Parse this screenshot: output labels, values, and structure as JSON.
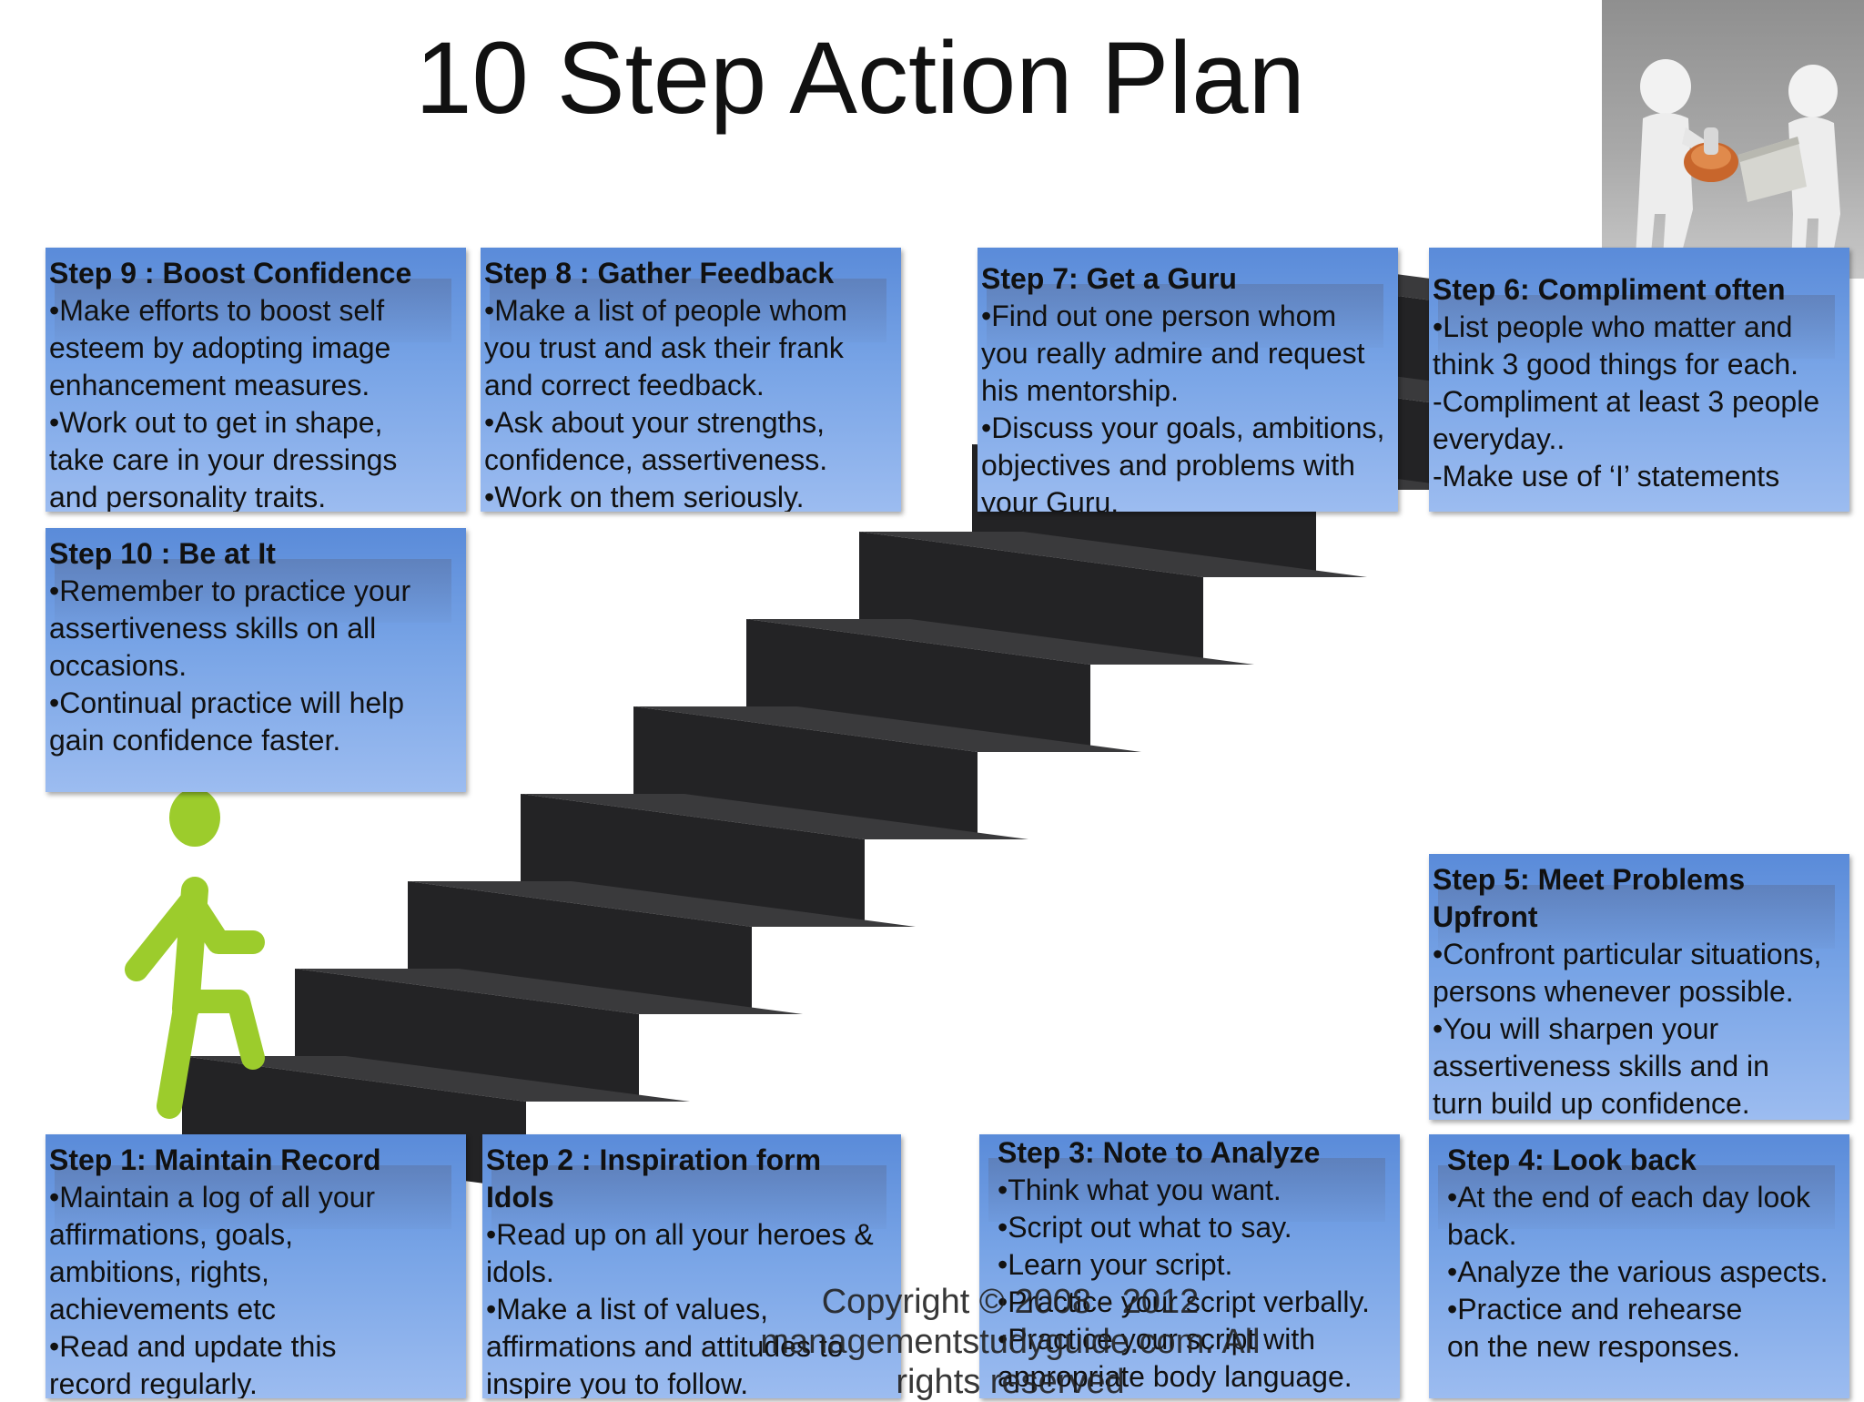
{
  "title": "10 Step Action Plan",
  "colors": {
    "box_top": "#5a8bd9",
    "box_bottom": "#9cbcf0",
    "figure": "#9ccc2c",
    "stair": "#2c2c2e"
  },
  "steps": [
    {
      "id": "step-9",
      "heading": "Step 9 : Boost Confidence",
      "lines": [
        "•Make efforts to boost self",
        "esteem by adopting image",
        "enhancement measures.",
        "•Work out to get in shape,",
        "take care in your dressings",
        "and personality traits."
      ]
    },
    {
      "id": "step-8",
      "heading": "Step 8 : Gather Feedback",
      "lines": [
        "•Make a list of people whom",
        "you trust and ask their frank",
        "and correct feedback.",
        "•Ask about your strengths,",
        "confidence, assertiveness.",
        "•Work on them seriously."
      ]
    },
    {
      "id": "step-7",
      "heading": "Step 7: Get a Guru",
      "lines": [
        "•Find out one person whom",
        "you really admire and request",
        "his mentorship.",
        "•Discuss your goals, ambitions,",
        "objectives and problems with",
        "your Guru."
      ]
    },
    {
      "id": "step-6",
      "heading": "Step 6: Compliment often",
      "lines": [
        "•List people who matter and",
        " think 3 good things for each.",
        "-Compliment at least 3 people",
        "everyday..",
        "-Make use of ‘I’ statements"
      ]
    },
    {
      "id": "step-10",
      "heading": "Step 10 : Be at It",
      "lines": [
        "•Remember to practice your",
        "assertiveness skills on all",
        "occasions.",
        "•Continual practice will help",
        "gain confidence faster."
      ]
    },
    {
      "id": "step-5",
      "heading": "Step 5: Meet Problems",
      "lines": [
        " Upfront",
        "•Confront particular situations,",
        "persons whenever possible.",
        "•You will sharpen your",
        "assertiveness skills and in",
        "turn build up confidence."
      ]
    },
    {
      "id": "step-1",
      "heading": "Step 1: Maintain Record",
      "lines": [
        "•Maintain a log of all your",
        "affirmations, goals,",
        "ambitions, rights,",
        "achievements etc",
        "•Read and update this",
        "record regularly."
      ]
    },
    {
      "id": "step-2",
      "heading": "Step 2 : Inspiration form",
      "lines": [
        " Idols",
        "•Read up on all your heroes &",
        "idols.",
        "•Make a list of values,",
        "affirmations and attitudes to",
        "inspire you to follow."
      ]
    },
    {
      "id": "step-3",
      "heading": "Step 3: Note to Analyze",
      "lines": [
        "•Think what you want.",
        "•Script out what to say.",
        "•Learn your script.",
        "•Practice your script verbally.",
        "•Practice your script with",
        "appropriate body language."
      ]
    },
    {
      "id": "step-4",
      "heading": "Step 4: Look back",
      "lines": [
        "•At the end of each day look",
        "back.",
        "•Analyze the various aspects.",
        "•Practice and rehearse",
        "on the new responses."
      ]
    }
  ],
  "copyright": {
    "line1": "Copyright © 2008 - 2012",
    "line2": "managementstudyguide.com. All",
    "line3": "rights reserved"
  },
  "icons": {
    "walking-figure": "walking-figure-icon",
    "stairs": "staircase-graphic",
    "photo": "stamping-figures-photo"
  }
}
